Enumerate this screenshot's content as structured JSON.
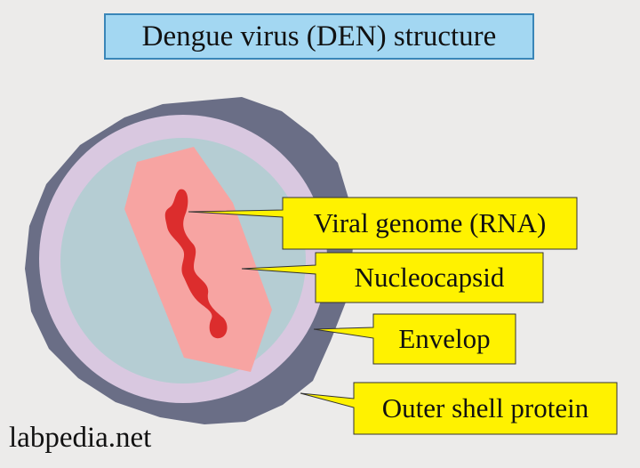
{
  "title": "Dengue virus (DEN) structure",
  "labels": {
    "viral_genome": "Viral genome (RNA)",
    "nucleocapsid": "Nucleocapsid",
    "envelop": "Envelop",
    "outer_shell": "Outer shell protein"
  },
  "watermark": "labpedia.net",
  "colors": {
    "background": "#ecebea",
    "outer_shell": "#6a6e86",
    "envelope": "#d9c8e0",
    "core": "#b5cdd3",
    "nucleocapsid": "#f7a4a2",
    "rna": "#dc2d2d",
    "callout": "#fff200",
    "title_box": "#a3d7f2"
  }
}
